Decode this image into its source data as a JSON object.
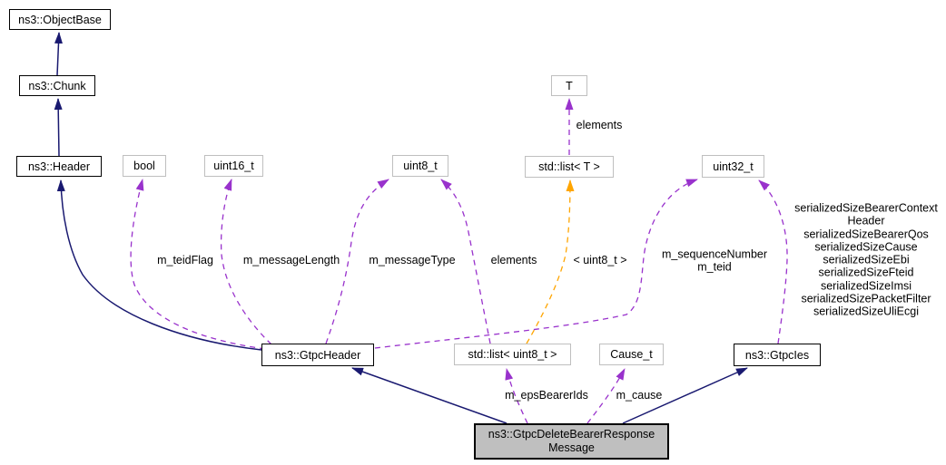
{
  "diagram": {
    "type": "collaboration-graph",
    "main_class": "ns3::GtpcDeleteBearerResponseMessage",
    "colors": {
      "inheritance_edge": "#191970",
      "usage_edge": "#9932cc",
      "template_edge": "#ffa500",
      "class_node_border": "#000000",
      "external_node_border": "#bfbfbf",
      "main_node_fill": "#bfbfbf",
      "background": "#ffffff"
    },
    "nodes": {
      "objectbase": "ns3::ObjectBase",
      "chunk": "ns3::Chunk",
      "header": "ns3::Header",
      "bool": "bool",
      "uint16": "uint16_t",
      "uint8": "uint8_t",
      "t": "T",
      "list_t": "std::list< T >",
      "uint32": "uint32_t",
      "gtpc_header": "ns3::GtpcHeader",
      "list_uint8": "std::list< uint8_t >",
      "cause": "Cause_t",
      "gtpc_ies": "ns3::GtpcIes",
      "main": "ns3::GtpcDeleteBearerResponse\nMessage"
    },
    "edge_labels": {
      "teid_flag": "m_teidFlag",
      "message_length": "m_messageLength",
      "message_type": "m_messageType",
      "elements_list": "elements",
      "elements_t": "elements",
      "template_args": "< uint8_t >",
      "sequence_teid": "m_sequenceNumber\nm_teid",
      "serialized_sizes": "serializedSizeBearerContext\nHeader\nserializedSizeBearerQos\nserializedSizeCause\nserializedSizeEbi\nserializedSizeFteid\nserializedSizeImsi\nserializedSizePacketFilter\nserializedSizeUliEcgi",
      "eps_bearer_ids": "m_epsBearerIds",
      "cause_member": "m_cause"
    }
  }
}
